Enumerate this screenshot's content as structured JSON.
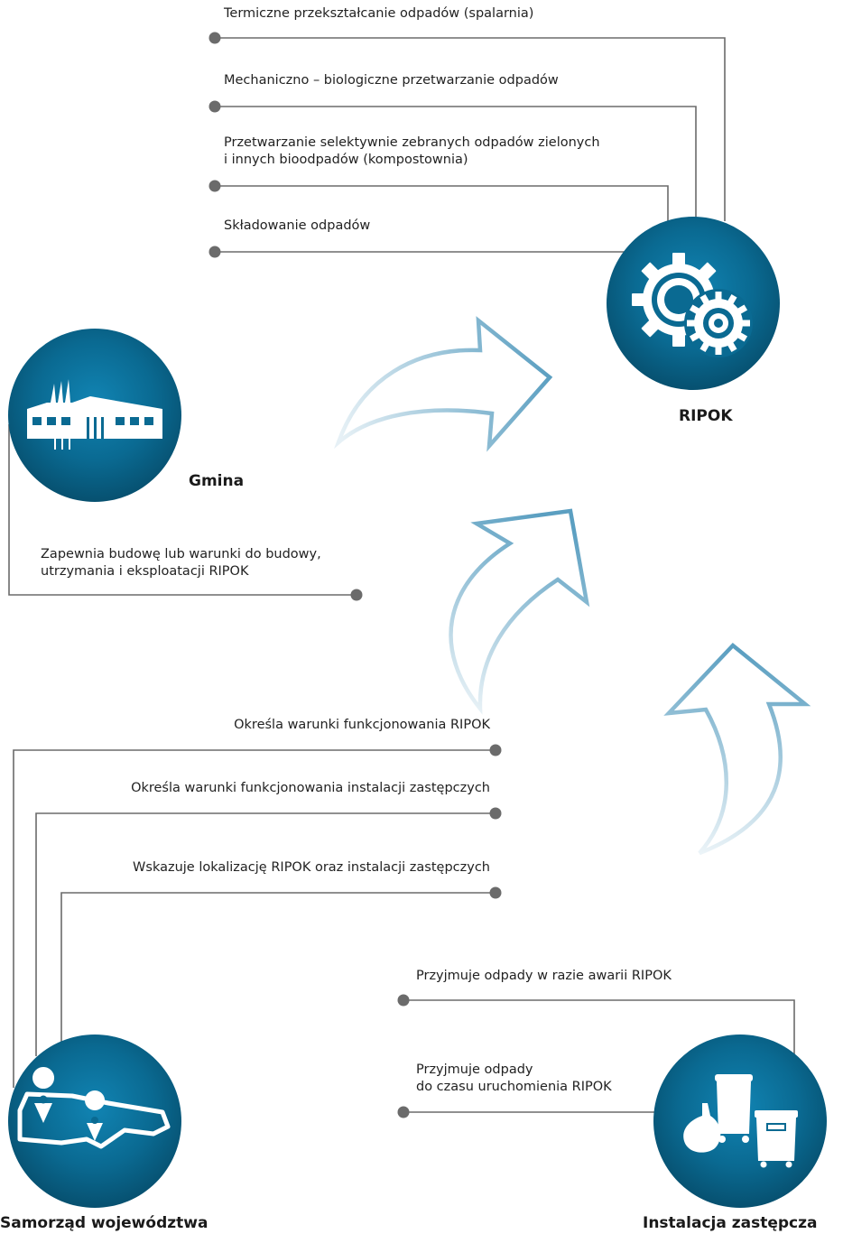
{
  "nodes": {
    "ripok": {
      "label": "RIPOK",
      "icon": "gears-icon"
    },
    "gmina": {
      "label": "Gmina",
      "icon": "factory-icon"
    },
    "samorzad": {
      "label": "Samorząd województwa",
      "icon": "map-pins-icon"
    },
    "instalacja": {
      "label": "Instalacja zastępcza",
      "icon": "waste-bins-icon"
    }
  },
  "ripok_functions": [
    {
      "text": "Termiczne przekształcanie odpadów (spalarnia)"
    },
    {
      "text": "Mechaniczno – biologiczne przetwarzanie odpadów"
    },
    {
      "line1": "Przetwarzanie selektywnie zebranych odpadów zielonych",
      "line2": "i innych bioodpadów (kompostownia)"
    },
    {
      "text": "Składowanie odpadów"
    }
  ],
  "gmina_role": {
    "line1": "Zapewnia budowę lub warunki do budowy,",
    "line2": "utrzymania i eksploatacji RIPOK"
  },
  "samorzad_roles": [
    "Określa warunki funkcjonowania RIPOK",
    "Określa warunki funkcjonowania instalacji zastępczych",
    "Wskazuje lokalizację RIPOK oraz instalacji zastępczych"
  ],
  "instalacja_roles": [
    {
      "text": "Przyjmuje odpady w razie awarii RIPOK"
    },
    {
      "line1": "Przyjmuje odpady",
      "line2": "do czasu uruchomienia RIPOK"
    }
  ],
  "colors": {
    "circle_center": "#0f7fad",
    "circle_edge": "#07506e",
    "connector": "#6b6b6b",
    "arrow_stroke": "#5b9fc1"
  }
}
